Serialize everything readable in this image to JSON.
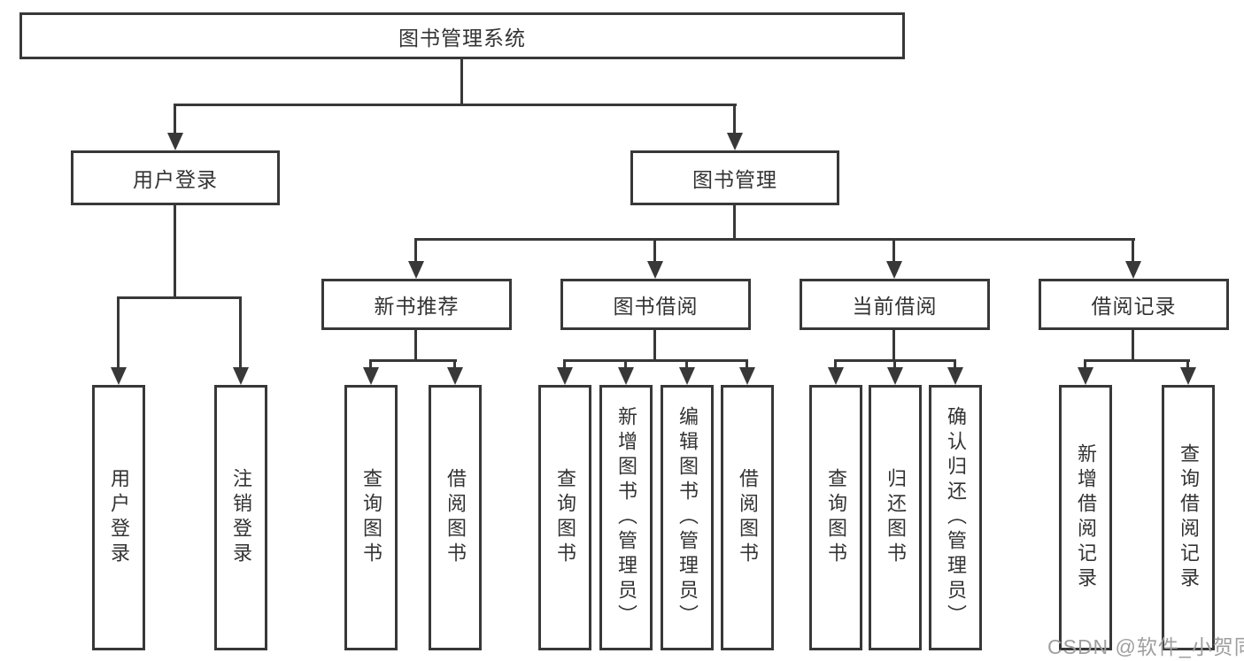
{
  "tree": {
    "root": "图书管理系统",
    "level2": [
      {
        "label": "用户登录",
        "children": [
          "用户登录",
          "注销登录"
        ]
      },
      {
        "label": "图书管理",
        "groups": [
          {
            "label": "新书推荐",
            "children": [
              "查询图书",
              "借阅图书"
            ]
          },
          {
            "label": "图书借阅",
            "children": [
              "查询图书",
              "新增图书（管理员）",
              "编辑图书（管理员）",
              "借阅图书"
            ]
          },
          {
            "label": "当前借阅",
            "children": [
              "查询图书",
              "归还图书",
              "确认归还（管理员）"
            ]
          },
          {
            "label": "借阅记录",
            "children": [
              "新增借阅记录",
              "查询借阅记录"
            ]
          }
        ]
      }
    ]
  },
  "watermark": "CSDN @软件_小贺同学",
  "colors": {
    "line": "#383838",
    "text": "#333333",
    "watermark": "#9f9f9f",
    "background": "#ffffff"
  }
}
